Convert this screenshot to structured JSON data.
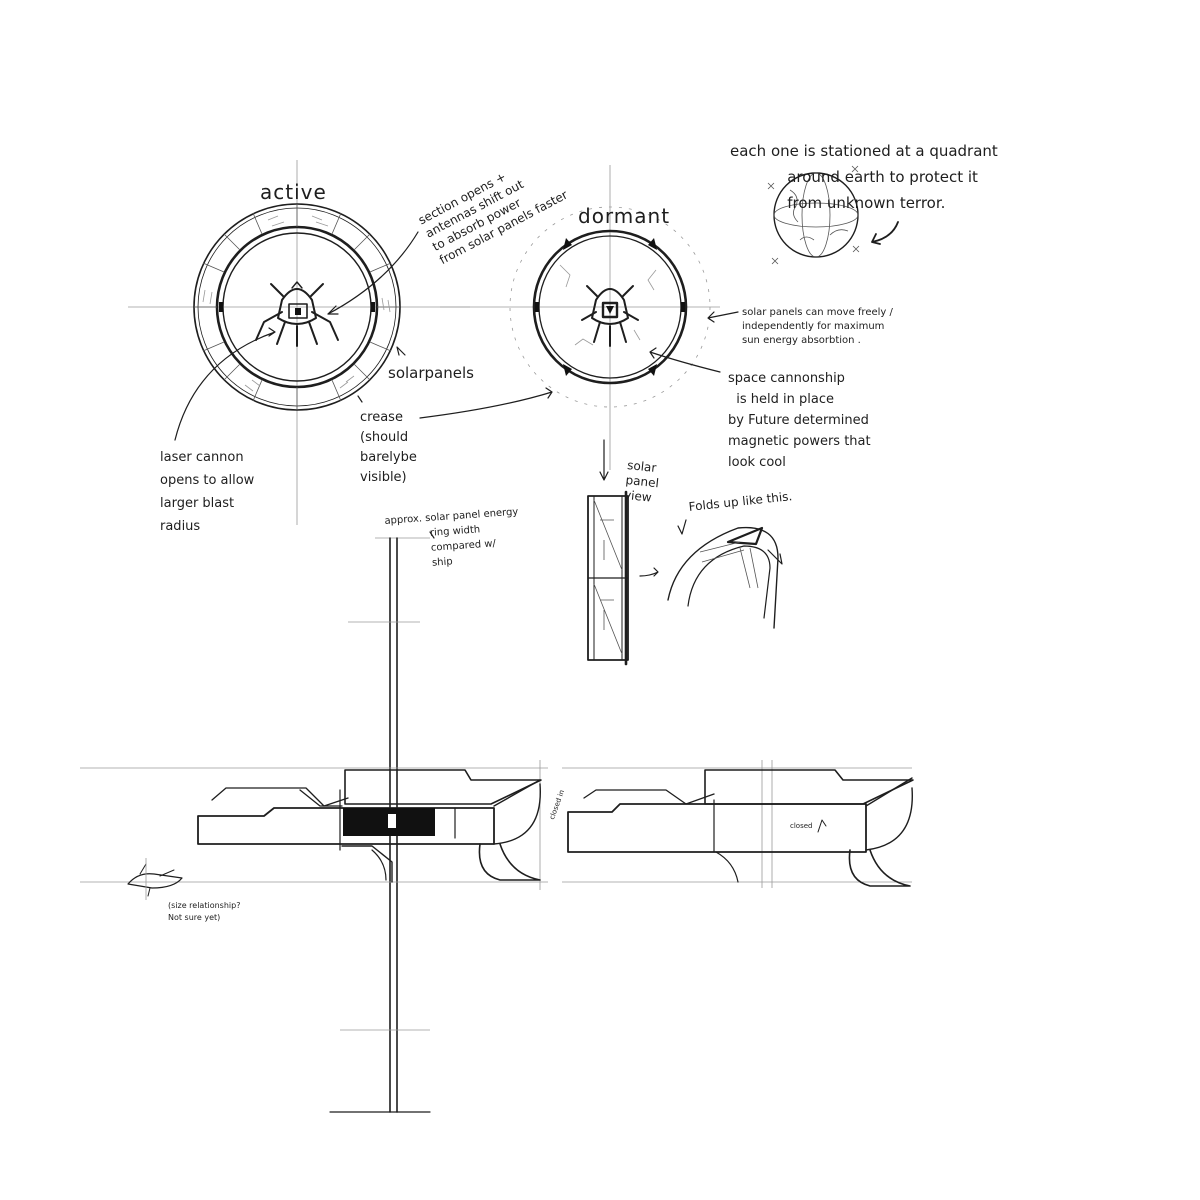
{
  "title_active": "active",
  "title_dormant": "dormant",
  "note_section_opens": "section opens +\nantennas shift out\nto absorb power\nfrom solar panels faster",
  "note_solar_panels": "solarpanels",
  "note_crease": "crease\n(should\nbarelybe\nvisible)",
  "note_laser_cannon": "laser cannon\nopens to allow\nlarger blast\nradius",
  "note_quadrant": "each one is stationed at a quadrant\n            around earth to protect it\n            from unknown terror.",
  "note_solar_move": "solar panels can move freely /\nindependently for maximum\nsun energy absorbtion .",
  "note_space_cannonship": "space cannonship\n  is held in place\nby Future determined\nmagnetic powers that\nlook cool",
  "note_solar_panel_view": "solar\npanel\nview",
  "note_folds_up": "Folds up like this.",
  "note_approx_ring": "approx. solar panel energy\n              ring width\n              compared w/\n              ship",
  "note_closed_in": "closed in",
  "note_closed": "closed",
  "note_size_relationship": "(size relationship?\nNot sure yet)"
}
